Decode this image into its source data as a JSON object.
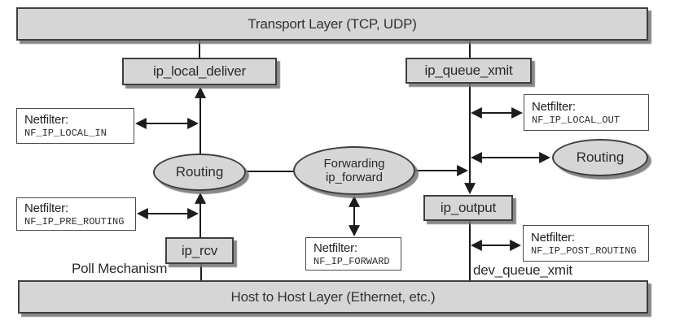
{
  "colors": {
    "node_fill": "#d6d6d6",
    "node_border": "#3f3f3f",
    "shadow": "#8e8e8e",
    "hook_box_fill": "#ffffff",
    "line": "#1c1c1c",
    "text": "#2e2e2e"
  },
  "layers": {
    "transport": "Transport Layer (TCP, UDP)",
    "host": "Host to Host Layer (Ethernet, etc.)"
  },
  "function_boxes": {
    "ip_local_deliver": "ip_local_deliver",
    "ip_queue_xmit": "ip_queue_xmit",
    "ip_rcv": "ip_rcv",
    "ip_output": "ip_output"
  },
  "ellipses": {
    "routing_left": "Routing",
    "routing_right": "Routing",
    "forwarding_line1": "Forwarding",
    "forwarding_line2": "ip_forward"
  },
  "netfilter_boxes": [
    {
      "title": "Netfilter:",
      "hook": "NF_IP_LOCAL_IN"
    },
    {
      "title": "Netfilter:",
      "hook": "NF_IP_PRE_ROUTING"
    },
    {
      "title": "Netfilter:",
      "hook": "NF_IP_LOCAL_OUT"
    },
    {
      "title": "Netfilter:",
      "hook": "NF_IP_FORWARD"
    },
    {
      "title": "Netfilter:",
      "hook": "NF_IP_POST_ROUTING"
    }
  ],
  "labels": {
    "poll_mechanism": "Poll Mechanism",
    "dev_queue_xmit": "dev_queue_xmit"
  }
}
